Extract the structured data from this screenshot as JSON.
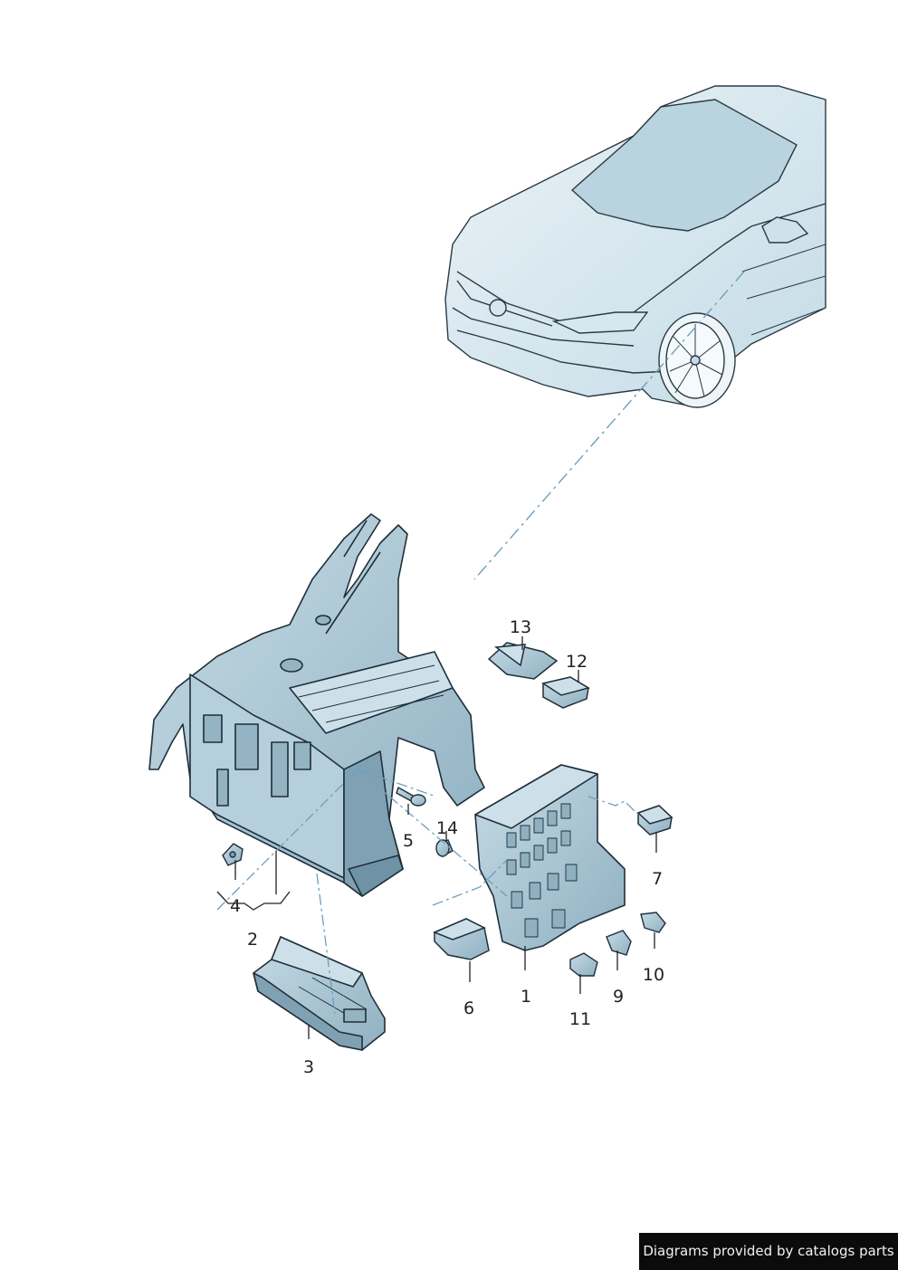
{
  "callouts": [
    {
      "id": "c1",
      "text": "1"
    },
    {
      "id": "c2",
      "text": "2"
    },
    {
      "id": "c3",
      "text": "3"
    },
    {
      "id": "c4",
      "text": "4"
    },
    {
      "id": "c5",
      "text": "5"
    },
    {
      "id": "c6",
      "text": "6"
    },
    {
      "id": "c7",
      "text": "7"
    },
    {
      "id": "c9",
      "text": "9"
    },
    {
      "id": "c10",
      "text": "10"
    },
    {
      "id": "c11",
      "text": "11"
    },
    {
      "id": "c12",
      "text": "12"
    },
    {
      "id": "c13",
      "text": "13"
    },
    {
      "id": "c14",
      "text": "14"
    }
  ],
  "watermark": "Diagrams provided by catalogs parts",
  "colors": {
    "part_fill": "#a9c5d3",
    "part_stroke": "#1f2f3a",
    "car_fill": "#dbe9f0",
    "leader": "#6f9fbd"
  }
}
